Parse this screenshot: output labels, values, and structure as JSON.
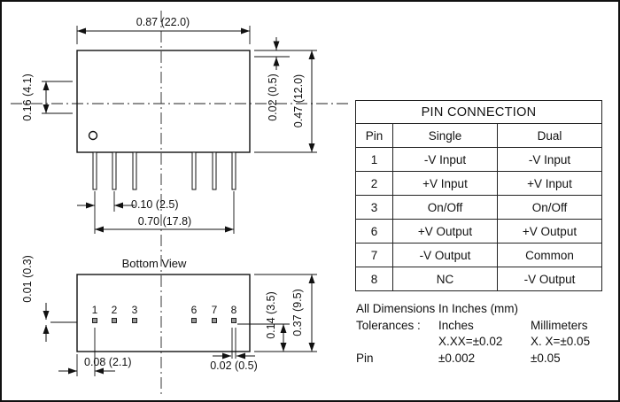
{
  "front_view": {
    "dim_width": "0.87 (22.0)",
    "dim_pin_length": "0.16 (4.1)",
    "dim_standoff": "0.02 (0.5)",
    "dim_height": "0.47 (12.0)",
    "dim_pitch": "0.10 (2.5)",
    "dim_span": "0.70 (17.8)"
  },
  "bottom_view": {
    "title": "Bottom View",
    "dim_pad_offset": "0.01 (0.3)",
    "dim_pad_row": "0.14 (3.5)",
    "dim_depth": "0.37 (9.5)",
    "dim_edge_to_pin": "0.08 (2.1)",
    "dim_pad_width": "0.02 (0.5)",
    "pin_labels_left": [
      "1",
      "2",
      "3"
    ],
    "pin_labels_right": [
      "6",
      "7",
      "8"
    ]
  },
  "pin_table": {
    "title": "PIN CONNECTION",
    "columns": [
      "Pin",
      "Single",
      "Dual"
    ],
    "rows": [
      {
        "pin": "1",
        "single": "-V Input",
        "dual": "-V Input"
      },
      {
        "pin": "2",
        "single": "+V Input",
        "dual": "+V Input"
      },
      {
        "pin": "3",
        "single": "On/Off",
        "dual": "On/Off"
      },
      {
        "pin": "6",
        "single": "+V Output",
        "dual": "+V Output"
      },
      {
        "pin": "7",
        "single": "-V Output",
        "dual": "Common"
      },
      {
        "pin": "8",
        "single": "NC",
        "dual": "-V Output"
      }
    ]
  },
  "notes": {
    "line1": "All Dimensions In Inches (mm)",
    "tolerances_label": "Tolerances :",
    "inches_header": "Inches",
    "mm_header": "Millimeters",
    "inches_tol": "X.XX=±0.02",
    "mm_tol": "X. X=±0.05",
    "pin_label": "Pin",
    "pin_inches_tol": "±0.002",
    "pin_mm_tol": "±0.05"
  }
}
